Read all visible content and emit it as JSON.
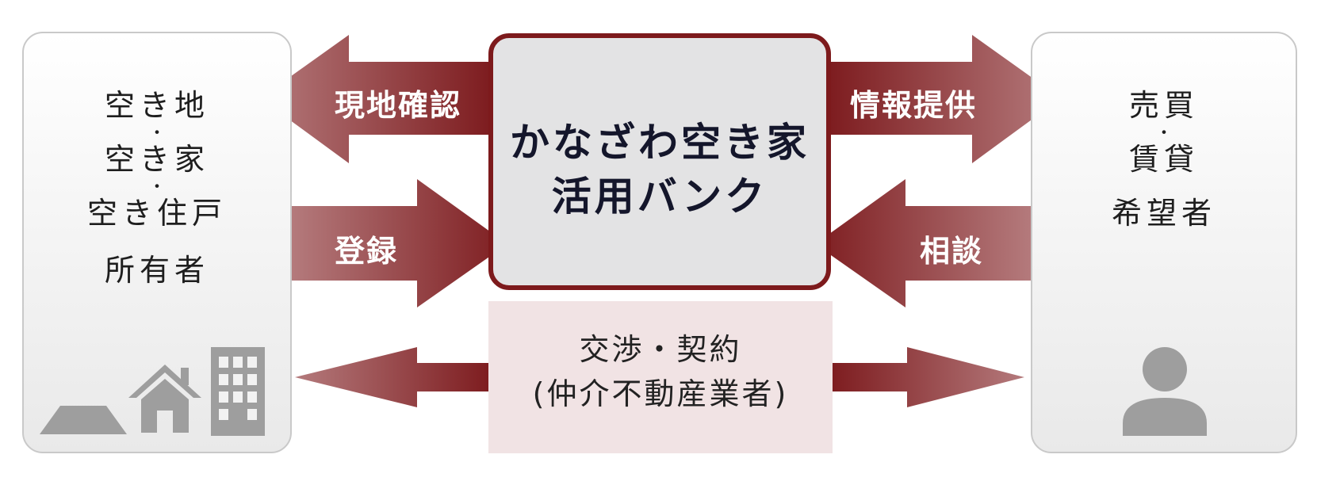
{
  "left_panel": {
    "line1": "空き地",
    "sep1": "・",
    "line2": "空き家",
    "sep2": "・",
    "line3": "空き住戸",
    "line4": "所有者",
    "icons": [
      "land-icon",
      "house-icon",
      "building-icon"
    ]
  },
  "right_panel": {
    "line1": "売買",
    "sep1": "・",
    "line2": "賃貸",
    "line3": "希望者",
    "icons": [
      "person-icon"
    ]
  },
  "center": {
    "title_line1": "かなざわ空き家",
    "title_line2": "活用バンク"
  },
  "lower": {
    "line1": "交渉・契約",
    "line2": "(仲介不動産業者)"
  },
  "arrows": {
    "site_check": "現地確認",
    "registration": "登録",
    "info_provision": "情報提供",
    "consultation": "相談"
  },
  "colors": {
    "arrow_dark": "#7e1d20",
    "arrow_light": "#b47a7c",
    "center_border": "#7d1a1c",
    "center_fill": "#e3e3e4",
    "lower_fill": "#f1e3e4",
    "icon_gray": "#9e9e9e"
  }
}
